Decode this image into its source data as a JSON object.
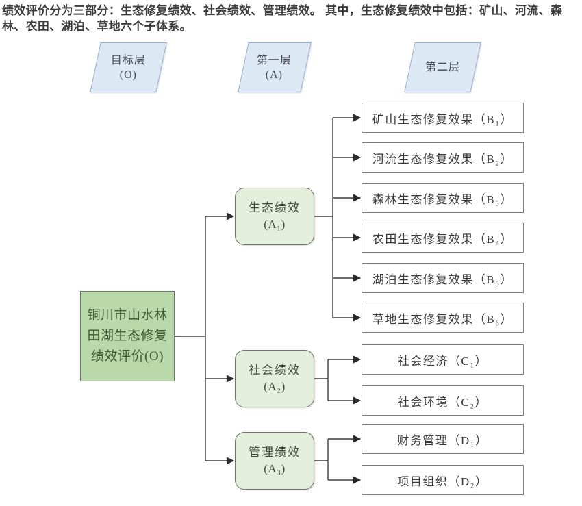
{
  "colors": {
    "root_fill": "#b9d8a9",
    "branch_fill": "#e4efdb",
    "leaf_fill": "#ffffff",
    "header_fill": "#dce9f5",
    "header_border": "#9aafc8",
    "node_border": "#6f7468",
    "leaf_border": "#7c7c7c",
    "line": "#3c3c3c",
    "text_dark": "#3e3e3e",
    "text_green": "#3b5a34"
  },
  "intro": {
    "text": "绩效评价分为三部分：生态修复绩效、社会绩效、管理绩效。 其中，生态修复绩效中包括：矿山、河流、森林、农田、湖泊、草地六个子体系。"
  },
  "layer_headers": {
    "goal": {
      "title": "目标层",
      "code": "(O)"
    },
    "first": {
      "title": "第一层",
      "code": "(A)"
    },
    "second": {
      "title": "第二层"
    }
  },
  "root": {
    "label": "铜川市山水林田湖生态修复绩效评价(O)"
  },
  "branches": [
    {
      "label": "生态绩效",
      "code": "(A₁)"
    },
    {
      "label": "社会绩效",
      "code": "(A₂)"
    },
    {
      "label": "管理绩效",
      "code": "(A₃)"
    }
  ],
  "b_nodes": [
    {
      "label": "矿山生态修复效果（B₁）"
    },
    {
      "label": "河流生态修复效果（B₂）"
    },
    {
      "label": "森林生态修复效果（B₃）"
    },
    {
      "label": "农田生态修复效果（B₄）"
    },
    {
      "label": "湖泊生态修复效果（B₅）"
    },
    {
      "label": "草地生态修复效果（B₆）"
    }
  ],
  "c_nodes": [
    {
      "label": "社会经济（C₁）"
    },
    {
      "label": "社会环境（C₂）"
    }
  ],
  "d_nodes": [
    {
      "label": "财务管理（D₁）"
    },
    {
      "label": "项目组织（D₂）"
    }
  ]
}
